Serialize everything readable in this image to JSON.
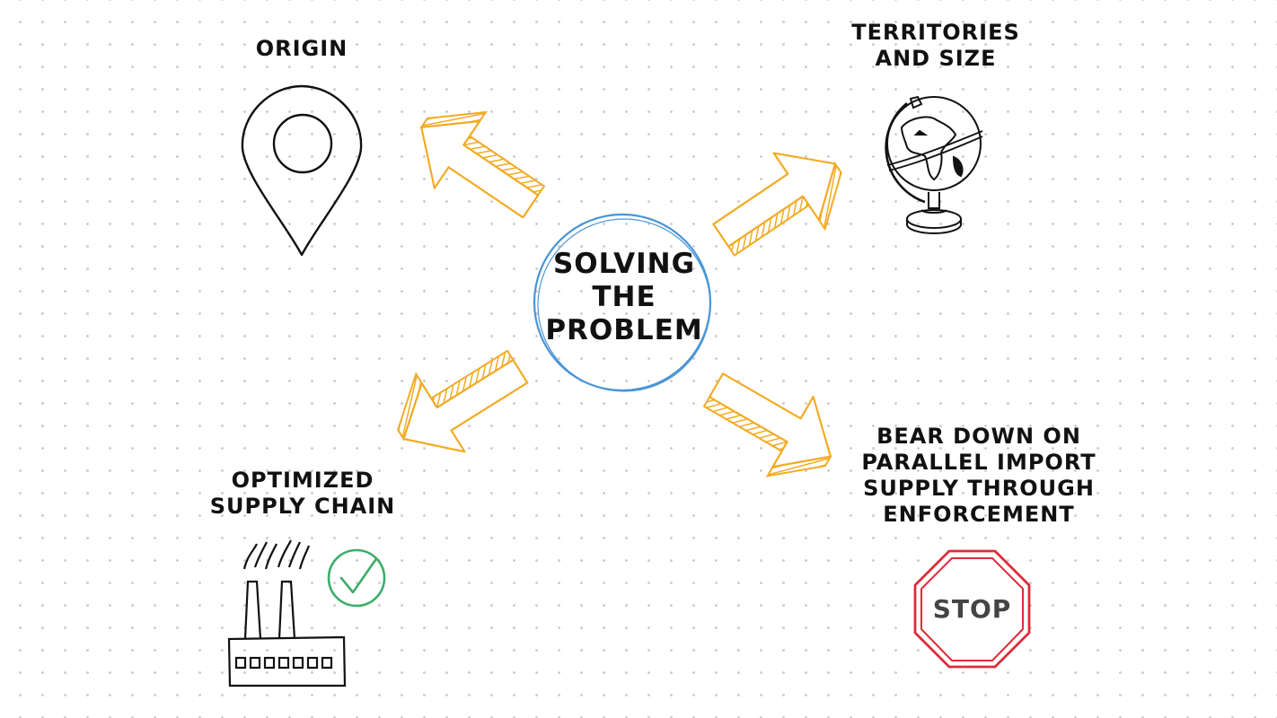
{
  "center": {
    "label": "SOLVING\nTHE\nPROBLEM"
  },
  "nodes": {
    "origin": {
      "label": "ORIGIN",
      "icon": "location-pin-icon"
    },
    "territories": {
      "label": "TERRITORIES\nAND SIZE",
      "icon": "globe-icon"
    },
    "supply_chain": {
      "label": "OPTIMIZED\nSUPPLY CHAIN",
      "icon": "factory-icon",
      "badge_icon": "checkmark-icon"
    },
    "enforcement": {
      "label": "BEAR DOWN ON\nPARALLEL IMPORT\nSUPPLY THROUGH\nENFORCEMENT",
      "icon": "stop-sign-icon",
      "sign_text": "STOP"
    }
  },
  "colors": {
    "arrow": "#f2ab25",
    "circle": "#4a95d6",
    "check": "#3cae6a",
    "stop": "#dd2c3a",
    "ink": "#111111"
  }
}
